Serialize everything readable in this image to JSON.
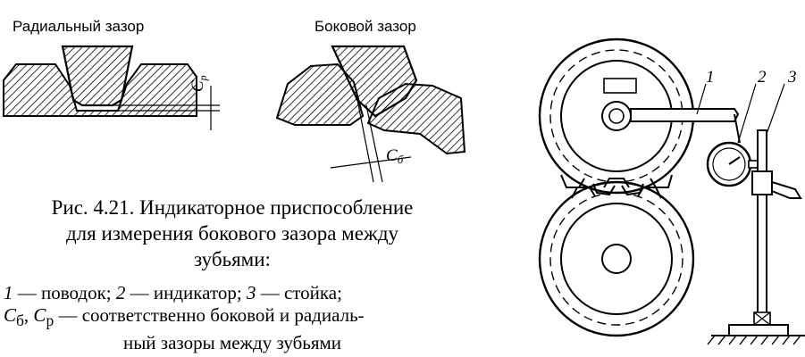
{
  "labels": {
    "radial": "Радиальный зазор",
    "side": "Боковой зазор",
    "cp_main": "C",
    "cp_sub": "р",
    "cb_main": "C",
    "cb_sub": "б"
  },
  "caption": {
    "line1": "Рис. 4.21. Индикаторное приспособление",
    "line2": "для измерения бокового зазора между",
    "line3": "зубьями:"
  },
  "legend": {
    "n1": "1",
    "t1": " — поводок; ",
    "n2": "2",
    "t2": " — индикатор; ",
    "n3": "3",
    "t3": " — стойка;",
    "c_b": "C",
    "c_b_sub": "б",
    "sep": ", ",
    "c_p": "C",
    "c_p_sub": "р",
    "t4": " — соответственно боковой и радиаль-",
    "t5": "ный зазоры между зубьями"
  },
  "callouts": {
    "c1": "1",
    "c2": "2",
    "c3": "3"
  }
}
